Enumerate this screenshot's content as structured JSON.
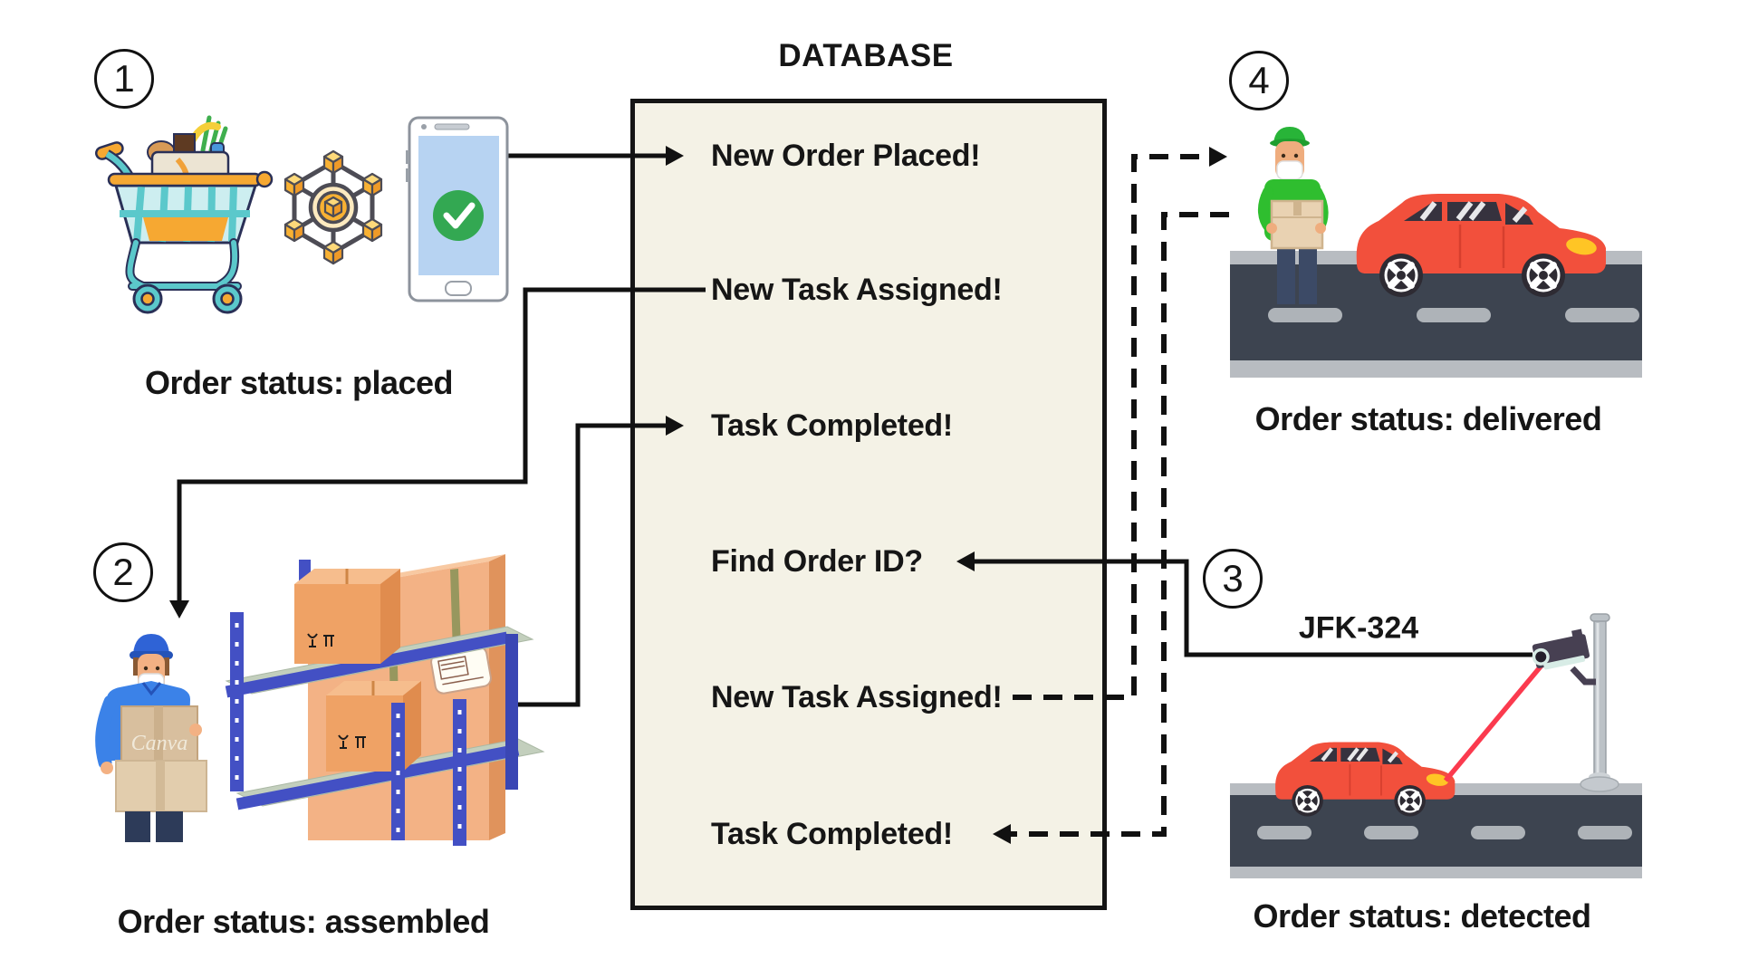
{
  "diagram": {
    "title": "DATABASE",
    "database_events": [
      {
        "label": "New Order Placed!"
      },
      {
        "label": "New Task Assigned!"
      },
      {
        "label": "Task Completed!"
      },
      {
        "label": "Find Order ID?"
      },
      {
        "label": "New Task Assigned!"
      },
      {
        "label": "Task Completed!"
      }
    ],
    "steps": [
      {
        "number": "1",
        "caption": "Order status: placed"
      },
      {
        "number": "2",
        "caption": "Order status: assembled"
      },
      {
        "number": "3",
        "caption": "Order status: detected",
        "license_plate": "JFK-324"
      },
      {
        "number": "4",
        "caption": "Order status: delivered"
      }
    ],
    "watermark": "Canva",
    "colors": {
      "database_fill": "#f4f2e6",
      "connector_line": "#111111",
      "car_red": "#f2503c",
      "laser_red": "#fb3a4e",
      "courier_green": "#2fbe2f",
      "worker_blue": "#3b82e8",
      "shelf_blue": "#4350c4",
      "cart_teal": "#5bc8cb",
      "accent_orange": "#f6a832",
      "road_dark": "#3d4450",
      "phone_screen_blue": "#b7d3f2",
      "check_green": "#33a852"
    }
  }
}
